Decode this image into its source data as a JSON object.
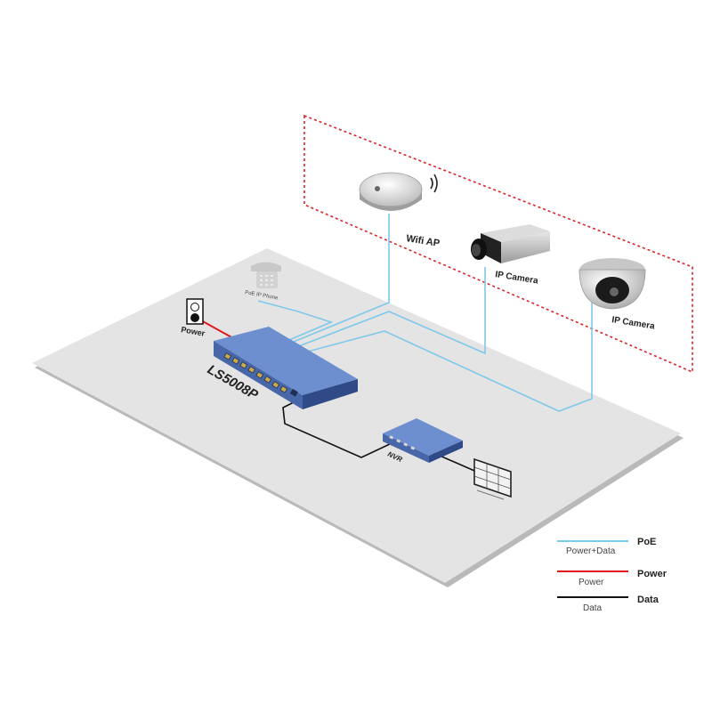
{
  "devices": {
    "wifi_ap": "Wifi AP",
    "ip_camera_box": "IP Camera",
    "ip_camera_dome": "IP Camera",
    "poe_ip_phone": "PoE IP Phone",
    "power_outlet": "Power",
    "switch_model": "LS5008P",
    "nvr": "NVR"
  },
  "legend": [
    {
      "key": "poe",
      "name": "PoE",
      "caption": "Power+Data",
      "color": "#7ec8ea"
    },
    {
      "key": "power",
      "name": "Power",
      "caption": "Power",
      "color": "#e0181b"
    },
    {
      "key": "data",
      "name": "Data",
      "caption": "Data",
      "color": "#111111"
    }
  ],
  "colors": {
    "floor": "#e4e4e4",
    "switch": "#4867a8",
    "zone_border": "#d9252a"
  }
}
